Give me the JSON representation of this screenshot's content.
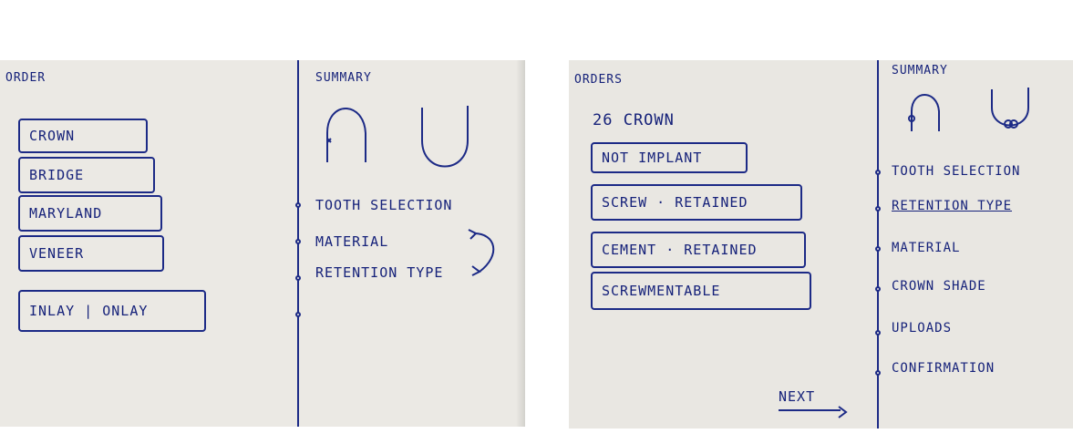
{
  "sketch_left": {
    "order_heading": "ORDER",
    "summary_heading": "SUMMARY",
    "order_options": [
      "CROWN",
      "BRIDGE",
      "MARYLAND",
      "VENEER",
      "INLAY | ONLAY"
    ],
    "summary_steps": [
      "TOOTH SELECTION",
      "MATERIAL",
      "RETENTION TYPE"
    ]
  },
  "sketch_right": {
    "order_heading": "ORDERS",
    "selected_item": "26 CROWN",
    "retention_options": [
      "NOT IMPLANT",
      "SCREW · RETAINED",
      "CEMENT · RETAINED",
      "SCREWMENTABLE"
    ],
    "summary_heading": "SUMMARY",
    "summary_steps": [
      "TOOTH SELECTION",
      "RETENTION TYPE",
      "MATERIAL",
      "CROWN SHADE",
      "UPLOADS",
      "CONFIRMATION"
    ],
    "next_label": "NEXT"
  },
  "colors": {
    "ink": "#1c2a86",
    "paper": "#ebe9e4"
  }
}
